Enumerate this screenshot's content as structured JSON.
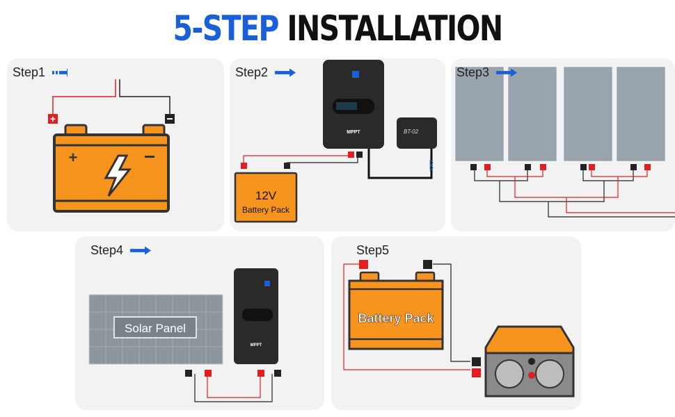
{
  "title": {
    "part1": "5-STEP",
    "part2": "INSTALLATION"
  },
  "steps": [
    {
      "label": "Step1"
    },
    {
      "label": "Step2",
      "battery_voltage": "12V",
      "battery_label": "Battery Pack",
      "controller_label": "MPPT",
      "module_label": "BT-02"
    },
    {
      "label": "Step3"
    },
    {
      "label": "Step4",
      "panel_label": "Solar Panel",
      "controller_label": "MPPT"
    },
    {
      "label": "Step5",
      "battery_label": "Battery Pack"
    }
  ],
  "colors": {
    "accent": "#1b5fd8",
    "battery": "#f7941d",
    "positive": "#e02020",
    "panel_bg": "#f2f2f2"
  }
}
